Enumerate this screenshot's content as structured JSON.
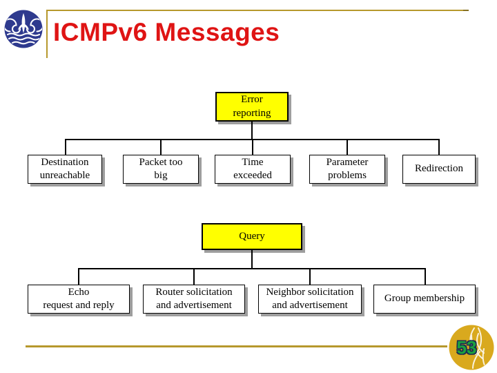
{
  "header": {
    "title": "ICMPv6 Messages"
  },
  "footer": {
    "page_number": "53"
  },
  "diagram": {
    "error_tree": {
      "root": "Error\nreporting",
      "children": [
        "Destination\nunreachable",
        "Packet too\nbig",
        "Time\nexceeded",
        "Parameter\nproblems",
        "Redirection"
      ]
    },
    "query_tree": {
      "root": "Query",
      "children": [
        "Echo\nrequest and reply",
        "Router solicitation\nand advertisement",
        "Neighbor solicitation\nand advertisement",
        "Group membership"
      ]
    }
  },
  "colors": {
    "accent_gold": "#B6982C",
    "title_red": "#DF1414",
    "node_yellow": "#FFFF00",
    "node_border": "#000000",
    "node_shadow": "#9E9E9E",
    "logo_blue": "#2E3A8E",
    "badge_gold": "#D9A91E",
    "page_number_green": "#1CA23E"
  },
  "icons": {
    "logo": "institution-globe-logo",
    "badge": "gold-flower-badge"
  }
}
